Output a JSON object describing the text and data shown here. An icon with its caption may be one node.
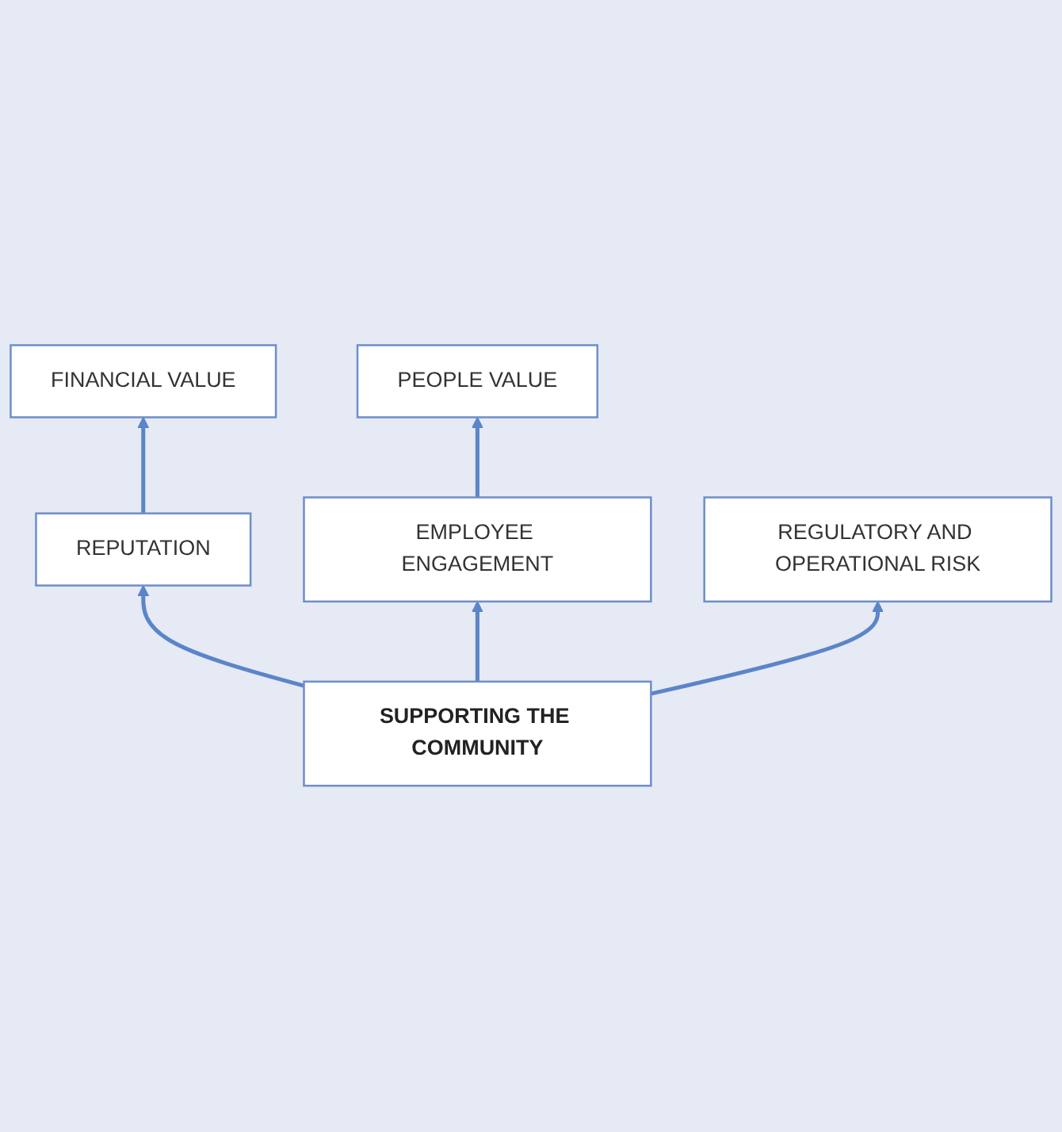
{
  "diagram": {
    "nodes": [
      {
        "text": [
          "FINANCIAL VALUE"
        ]
      },
      {
        "text": [
          "PEOPLE VALUE"
        ]
      },
      {
        "text": [
          "REPUTATION"
        ]
      },
      {
        "text": [
          "EMPLOYEE ENGAGEMENT"
        ]
      },
      {
        "text": [
          "SUPPORTING THE COMMUNITY"
        ]
      },
      {
        "text": [
          "REGULATORY AND OPERATIONAL RISK"
        ]
      }
    ],
    "edges": [
      {
        "from": 2,
        "to": 0,
        "arrow": "to"
      },
      {
        "from": 3,
        "to": 1,
        "arrow": "to"
      },
      {
        "from": 4,
        "to": 2,
        "arrow": "to"
      },
      {
        "from": 4,
        "to": 3,
        "arrow": "to"
      },
      {
        "from": 4,
        "to": 5,
        "arrow": "to"
      }
    ]
  }
}
